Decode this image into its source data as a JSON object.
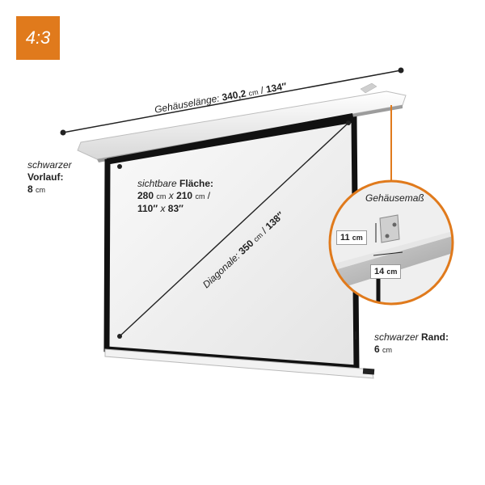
{
  "badge": {
    "text": "4:3",
    "color": "#e07a1c"
  },
  "housing_length": {
    "prefix": "Gehäuselänge: ",
    "value": "340,2",
    "unit": "cm",
    "sep": " / ",
    "inch": "134″"
  },
  "black_lead": {
    "line1": "schwarzer",
    "line2": "Vorlauf:",
    "value": "8",
    "unit": "cm"
  },
  "visible_area": {
    "prefix": "sichtbare ",
    "label": "Fläche:",
    "w": "280",
    "unit1": "cm",
    "x": "x",
    "h": "210",
    "unit2": "cm",
    "sep": " /",
    "inch_w": "110″",
    "inch_x": "x",
    "inch_h": "83″"
  },
  "diagonal": {
    "prefix": "Diagonale: ",
    "value": "350",
    "unit": "cm",
    "sep": " / ",
    "inch": "138″"
  },
  "black_border": {
    "prefix": "schwarzer ",
    "label": "Rand:",
    "value": "6",
    "unit": "cm"
  },
  "housing_dims": {
    "title": "Gehäusemaß",
    "height": "11",
    "height_unit": "cm",
    "depth": "14",
    "depth_unit": "cm"
  },
  "colors": {
    "accent": "#e07a1c",
    "border": "#111111"
  }
}
